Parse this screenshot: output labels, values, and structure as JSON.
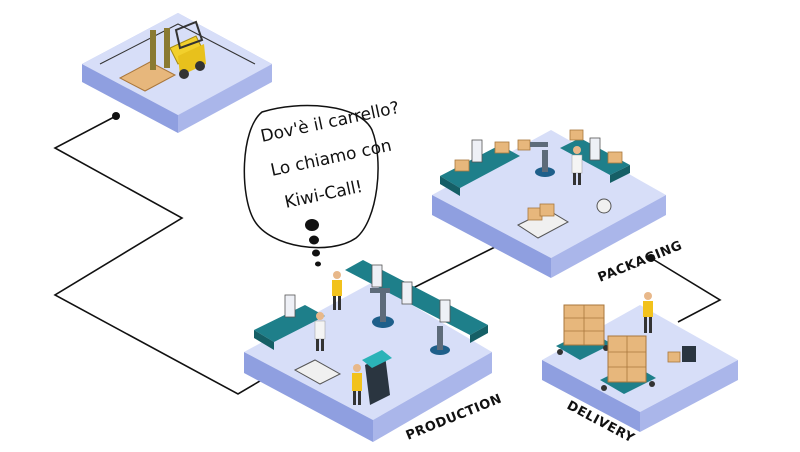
{
  "speech_bubble": {
    "lines": [
      "Dov'è il carrello?",
      "Lo chiamo con",
      "Kiwi-Call!"
    ]
  },
  "zones": {
    "production": "PRODUCTION",
    "packaging": "PACKAGING",
    "delivery": "DELIVERY"
  },
  "colors": {
    "platform_top": "#d7def8",
    "platform_side": "#aab6ea",
    "conveyor_teal": "#1e7f8a",
    "box": "#e7b77c",
    "forklift": "#f2d02c",
    "line": "#111111"
  }
}
